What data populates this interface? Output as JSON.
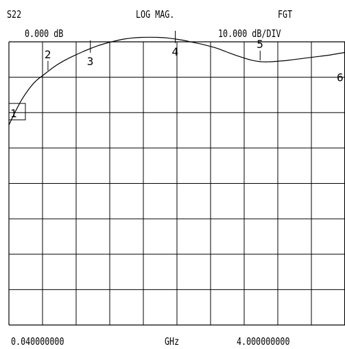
{
  "header": {
    "parameter": "S22",
    "format": "LOG MAG.",
    "mode": "FGT",
    "reference": "0.000 dB",
    "scale": "10.000 dB/DIV"
  },
  "footer": {
    "start": "0.040000000",
    "unit": "GHz",
    "stop": "4.000000000"
  },
  "colors": {
    "trace": "#000000",
    "grid": "#000000",
    "background": "#ffffff"
  },
  "chart_data": {
    "type": "line",
    "title": "",
    "xlabel": "GHz",
    "ylabel": "",
    "xlim": [
      0.04,
      4.0
    ],
    "ylim": [
      -80,
      0
    ],
    "grid": true,
    "x_divisions": 10,
    "y_divisions": 8,
    "series": [
      {
        "x": [
          0.04,
          0.12,
          0.2,
          0.28,
          0.36,
          0.44,
          0.52,
          0.6,
          0.7,
          0.8,
          0.9,
          1.0,
          1.1,
          1.2,
          1.3,
          1.4,
          1.5,
          1.6,
          1.7,
          1.8,
          1.9,
          2.0,
          2.1,
          2.2,
          2.3,
          2.4,
          2.5,
          2.6,
          2.7,
          2.8,
          2.9,
          3.0,
          3.1,
          3.2,
          3.3,
          3.4,
          3.5,
          3.6,
          3.7,
          3.8,
          3.9,
          4.0
        ],
        "y": [
          -23.5,
          -19.5,
          -16.0,
          -13.2,
          -11.0,
          -9.5,
          -8.0,
          -6.6,
          -5.2,
          -4.0,
          -2.9,
          -1.9,
          -1.0,
          -0.3,
          0.3,
          0.8,
          1.1,
          1.25,
          1.3,
          1.25,
          1.1,
          0.8,
          0.4,
          -0.1,
          -0.6,
          -1.2,
          -1.9,
          -2.8,
          -3.7,
          -4.5,
          -5.2,
          -5.6,
          -5.65,
          -5.5,
          -5.3,
          -5.0,
          -4.7,
          -4.4,
          -4.1,
          -3.8,
          -3.4,
          -3.0
        ]
      }
    ],
    "markers": [
      {
        "label": "1",
        "x": 0.04,
        "y": -20.5,
        "style": "box"
      },
      {
        "label": "2",
        "x": 0.5,
        "y": -8.5,
        "style": "tick-above"
      },
      {
        "label": "3",
        "x": 1.0,
        "y": -1.9,
        "style": "tick-below"
      },
      {
        "label": "4",
        "x": 2.0,
        "y": 0.8,
        "style": "tick-below"
      },
      {
        "label": "5",
        "x": 3.0,
        "y": -5.6,
        "style": "tick-above"
      },
      {
        "label": "6",
        "x": 4.0,
        "y": -10.0,
        "style": "edge"
      }
    ]
  }
}
